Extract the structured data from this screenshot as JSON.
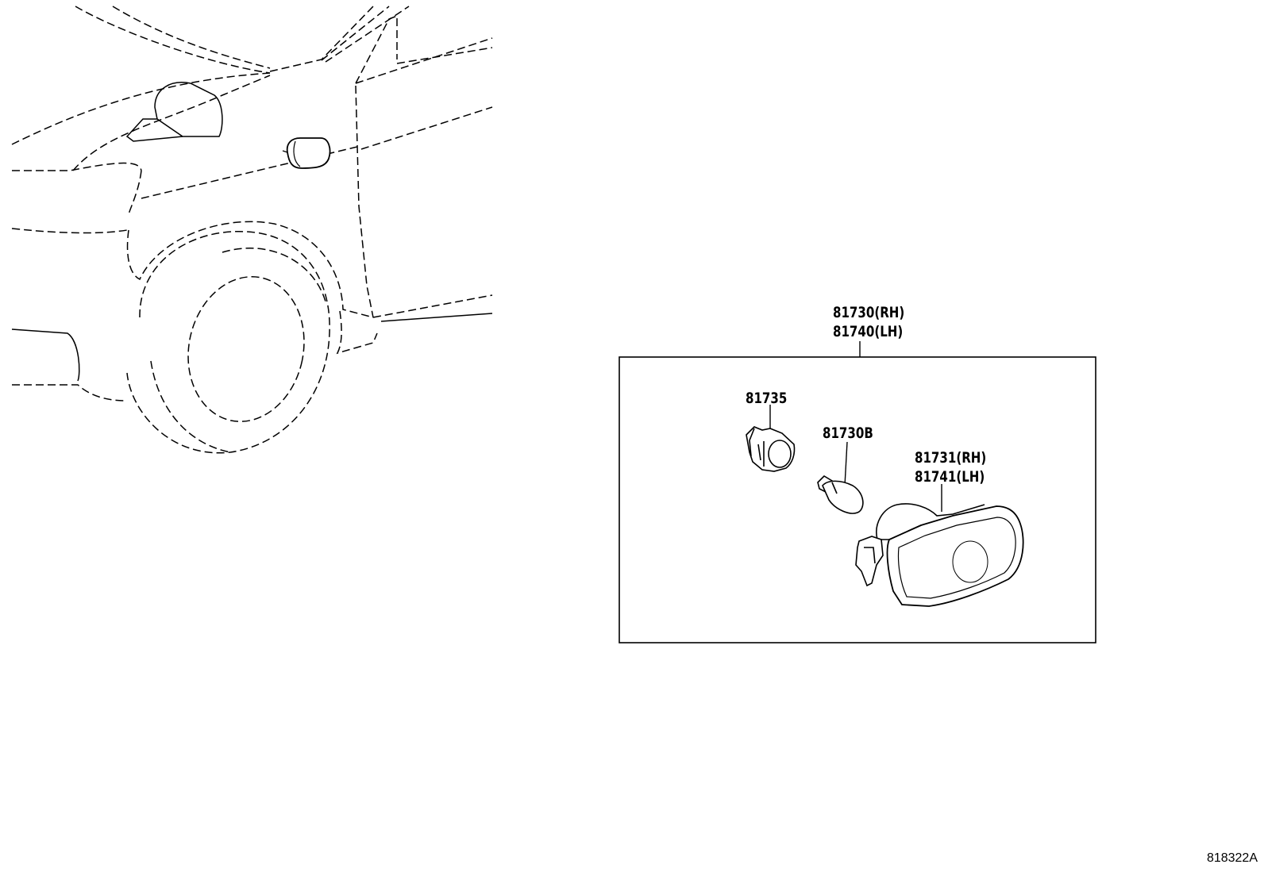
{
  "labels": {
    "assembly_rh": "81730(RH)",
    "assembly_lh": "81740(LH)",
    "socket": "81735",
    "bulb": "81730B",
    "lens_rh": "81731(RH)",
    "lens_lh": "81741(LH)"
  },
  "diagram_ref": "818322A",
  "colors": {
    "line": "#000000",
    "background": "#ffffff"
  }
}
